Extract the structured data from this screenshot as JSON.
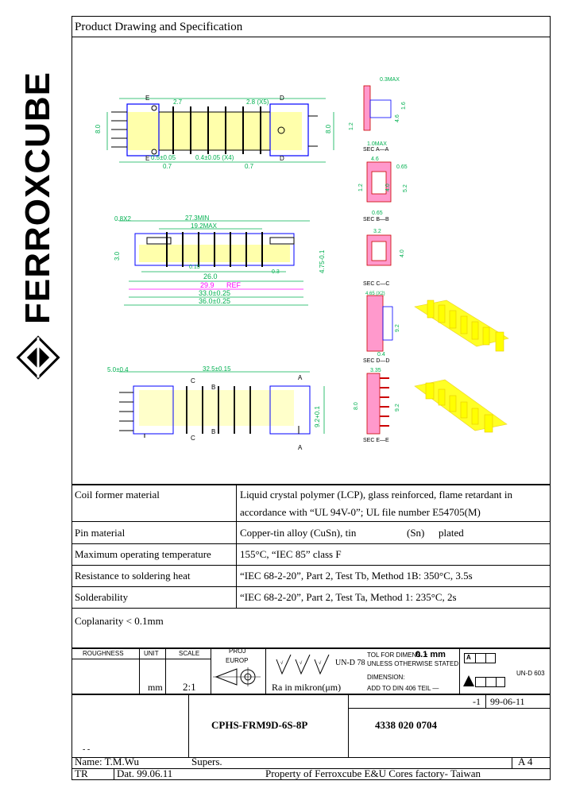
{
  "header": {
    "title": "Product Drawing and Specification"
  },
  "brand": {
    "name": "FERROXCUBE"
  },
  "drawing": {
    "top": {
      "dims": [
        "2.7",
        "2.8 (X5)",
        "8.0",
        "8.0",
        "0.5±0.05",
        "0.4±0.05 (X4)",
        "0.7",
        "0.7"
      ],
      "section_marks": [
        "E",
        "E",
        "D",
        "D"
      ]
    },
    "middle": {
      "dims": [
        "0.8X2",
        "27.3MIN",
        "19.2MAX",
        "3.0",
        "4.75-0.1",
        "0.15",
        "0.3",
        "26.0",
        "29.9",
        "REF",
        "33.0±0.25",
        "36.0±0.25"
      ]
    },
    "bottom": {
      "dims": [
        "5.0±0.4",
        "32.5±0.15",
        "9.2+0.1"
      ],
      "section_marks": [
        "C",
        "B",
        "A",
        "C",
        "B",
        "A"
      ]
    },
    "sections": {
      "a": {
        "label": "SEC A—A",
        "dims": [
          "0.3MAX",
          "1.6",
          "1.2",
          "1.0MAX",
          "4.6"
        ]
      },
      "b": {
        "label": "SEC B—B",
        "dims": [
          "4.6",
          "0.65",
          "1.2",
          "4.0",
          "5.2",
          "0.65"
        ]
      },
      "c": {
        "label": "SEC C—C",
        "dims": [
          "3.2",
          "4.0"
        ]
      },
      "d": {
        "label": "SEC D—D",
        "dims": [
          "4.65 (X2)",
          "9.2",
          "0.4"
        ]
      },
      "e": {
        "label": "SEC E—E",
        "dims": [
          "3.35",
          "8.0",
          "9.2"
        ]
      }
    },
    "colors": {
      "outline": "#0000ff",
      "dimension": "#00b050",
      "yellow": "#ffff00",
      "red": "#cc0000",
      "magenta": "#ff00ff",
      "pink": "#ff99cc"
    }
  },
  "specs": [
    {
      "label": "Coil former material",
      "value_lines": [
        "Liquid crystal polymer (LCP), glass reinforced, flame retardant in",
        "accordance with “UL 94V-0”; UL file number E54705(M)"
      ]
    },
    {
      "label": "Pin material",
      "value": "Copper-tin alloy (CuSn), tin",
      "value_b": "(Sn)",
      "value_c": "plated"
    },
    {
      "label": "Maximum operating temperature",
      "value": "155°C, “IEC 85” class F"
    },
    {
      "label": "Resistance to soldering heat",
      "value": "“IEC 68-2-20”, Part 2, Test Tb, Method 1B: 350°C, 3.5s"
    },
    {
      "label": "Solderability",
      "value": "“IEC 68-2-20”, Part 2, Test Ta, Method 1: 235°C, 2s"
    }
  ],
  "coplanarity": "Coplanarity < 0.1mm",
  "title_block": {
    "roughness": "ROUGHNESS",
    "unit": "UNIT",
    "unit_value": "mm",
    "scale": "SCALE",
    "scale_value": "2:1",
    "proj": "PROJ",
    "proj_value": "EUROP",
    "ra_text": "Ra in mikron(μm)",
    "un_d_78": "UN-D 78",
    "tol_line1": "TOL FOR DIMENS. ±",
    "tol_value": "0.1 mm",
    "tol_line2": "UNLESS OTHERWISE STATED",
    "dimension": "DIMENSION:",
    "add_to_din": "ADD TO DIN 406 TEIL —",
    "un_d_603": "UN-D 603",
    "revision": "-1",
    "date_rev": "99-06-11",
    "part_name": "CPHS-FRM9D-6S-8P",
    "part_number": "4338 020 0704",
    "dashes": "- -",
    "name_label": "Name: T.M.Wu",
    "supers_label": "Supers.",
    "size": "A 4",
    "tr_label": "TR",
    "dat_label": "Dat. 99.06.11",
    "property": "Property of Ferroxcube E&U Cores factory- Taiwan"
  }
}
